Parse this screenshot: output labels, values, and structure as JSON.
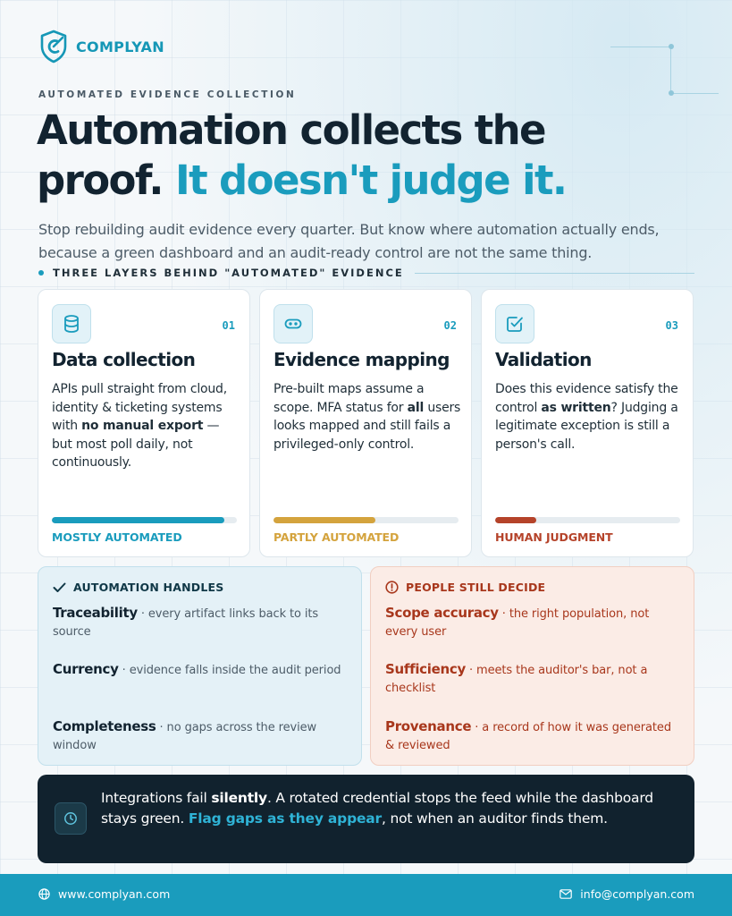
{
  "brand": {
    "name": "COMPLYAN"
  },
  "eyebrow": "AUTOMATED EVIDENCE COLLECTION",
  "headline": {
    "line1": "Automation collects the",
    "line2_plain": "proof.",
    "line2_accent": "It doesn't judge it."
  },
  "subhead": "Stop rebuilding audit evidence every quarter. But know where automation actually ends, because a green dashboard and an audit-ready control are not the same thing.",
  "section_label": "THREE LAYERS BEHIND \"AUTOMATED\" EVIDENCE",
  "cards": [
    {
      "icon": "database-icon",
      "number": "01",
      "title": "Data collection",
      "body_1": "APIs pull straight from cloud, identity & ticketing systems with ",
      "body_bold": "no manual export",
      "body_2": " — but most poll daily, not continuously.",
      "level": "MOSTLY AUTOMATED",
      "progress": 0.93,
      "color": "#1a9cbd"
    },
    {
      "icon": "link-icon",
      "number": "02",
      "title": "Evidence mapping",
      "body_1": "Pre-built maps assume a scope. MFA status for ",
      "body_bold": "all",
      "body_2": " users looks mapped and still fails a privileged-only control.",
      "level": "PARTLY AUTOMATED",
      "progress": 0.55,
      "color": "#d4a33d"
    },
    {
      "icon": "checkbox-icon",
      "number": "03",
      "title": "Validation",
      "body_1": "Does this evidence satisfy the control ",
      "body_bold": "as written",
      "body_2": "? Judging a legitimate exception is still a person's call.",
      "level": "HUMAN JUDGMENT",
      "progress": 0.22,
      "color": "#b5432a"
    }
  ],
  "automation_panel": {
    "heading": "AUTOMATION HANDLES",
    "items": [
      {
        "key": "Traceability",
        "desc": " · every artifact links back to its source"
      },
      {
        "key": "Currency",
        "desc": " · evidence falls inside the audit period"
      },
      {
        "key": "Completeness",
        "desc": " · no gaps across the review window"
      }
    ]
  },
  "people_panel": {
    "heading": "PEOPLE STILL DECIDE",
    "items": [
      {
        "key": "Scope accuracy",
        "desc": " · the right population, not every user"
      },
      {
        "key": "Sufficiency",
        "desc": " · meets the auditor's bar, not a checklist"
      },
      {
        "key": "Provenance",
        "desc": " · a record of how it was generated & reviewed"
      }
    ]
  },
  "callout": {
    "part1": "Integrations fail ",
    "bold": "silently",
    "part2": ". A rotated credential stops the feed while the dashboard stays green. ",
    "highlight": "Flag gaps as they appear",
    "part3": ", not when an auditor finds them."
  },
  "footer": {
    "website": "www.complyan.com",
    "email": "info@complyan.com"
  }
}
